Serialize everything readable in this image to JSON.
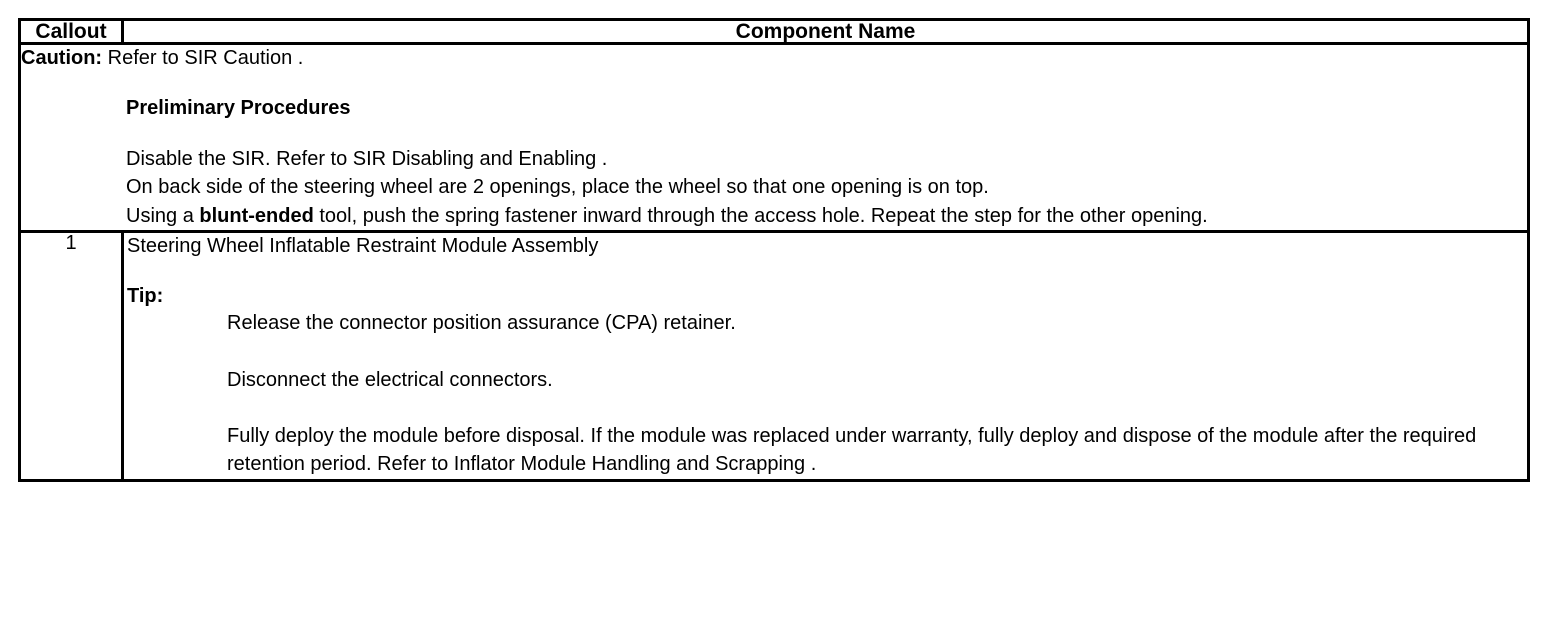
{
  "table": {
    "header": {
      "callout_label": "Callout",
      "component_label": "Component Name"
    },
    "caution_row": {
      "caution_label": "Caution:",
      "caution_text": "Refer to SIR Caution .",
      "preliminary_heading": "Preliminary Procedures",
      "steps": [
        {
          "text_before_bold": "Disable the SIR. Refer to SIR Disabling and Enabling .",
          "bold": "",
          "text_after_bold": ""
        },
        {
          "text_before_bold": "On back side of the steering wheel are 2 openings, place the wheel so that one opening is on top.",
          "bold": "",
          "text_after_bold": ""
        },
        {
          "text_before_bold": "Using a ",
          "bold": "blunt-ended",
          "text_after_bold": " tool, push the spring fastener inward through the access hole. Repeat the step for the other opening."
        }
      ]
    },
    "rows": [
      {
        "callout": "1",
        "component_title": "Steering Wheel Inflatable Restraint Module Assembly",
        "tip_label": "Tip:",
        "tip_items": [
          "Release the connector position assurance (CPA) retainer.",
          "Disconnect the electrical connectors.",
          "Fully deploy the module before disposal. If the module was replaced under warranty, fully deploy and dispose of the module after the required retention period. Refer to Inflator Module Handling and Scrapping ."
        ]
      }
    ]
  }
}
